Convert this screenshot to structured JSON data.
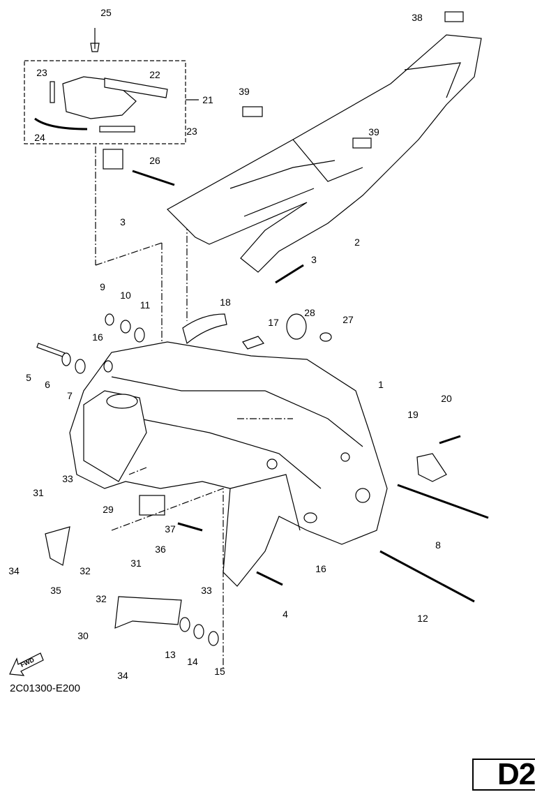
{
  "diagram": {
    "callouts": [
      "25",
      "23",
      "22",
      "21",
      "24",
      "23",
      "26",
      "39",
      "38",
      "39",
      "3",
      "2",
      "3",
      "9",
      "10",
      "11",
      "18",
      "28",
      "17",
      "27",
      "16",
      "5",
      "6",
      "7",
      "1",
      "20",
      "19",
      "33",
      "31",
      "29",
      "34",
      "32",
      "35",
      "37",
      "36",
      "16",
      "8",
      "31",
      "32",
      "33",
      "4",
      "12",
      "30",
      "13",
      "14",
      "15",
      "34"
    ],
    "fwd_label": "FWD",
    "drawing_code": "2C01300-E200",
    "page_id": "D2"
  }
}
